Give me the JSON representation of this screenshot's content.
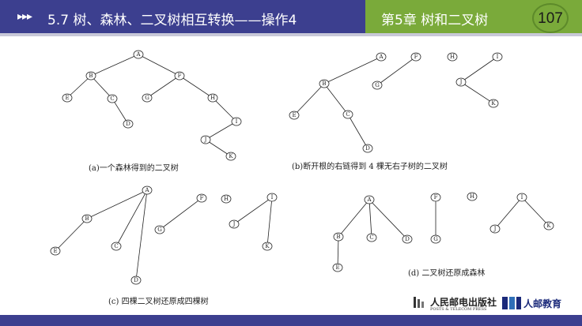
{
  "header": {
    "arrows": "▸▸▸",
    "title": "5.7 树、森林、二叉树相互转换——操作4",
    "chapter": "第5章  树和二叉树",
    "page_number": "107"
  },
  "colors": {
    "header_left": "#3c3f8f",
    "header_right": "#7aaa3a",
    "footer_bar": "#3c3f8f"
  },
  "diagram": {
    "captions": {
      "a": "(a)一个森林得到的二叉树",
      "b": "(b)断开根的右链得到 4 棵无右子树的二叉树",
      "c": "(c)  四棵二叉树还原成四棵树",
      "d": "(d)  二叉树还原成森林"
    },
    "nodes": {
      "A": "A",
      "B": "B",
      "C": "C",
      "D": "D",
      "E": "E",
      "F": "F",
      "G": "G",
      "H": "H",
      "I": "I",
      "J": "J",
      "K": "K"
    }
  },
  "footer": {
    "publisher": "人民邮电出版社",
    "publisher_en": "POSTS & TELECOM PRESS",
    "logo_text": "人邮教育"
  }
}
